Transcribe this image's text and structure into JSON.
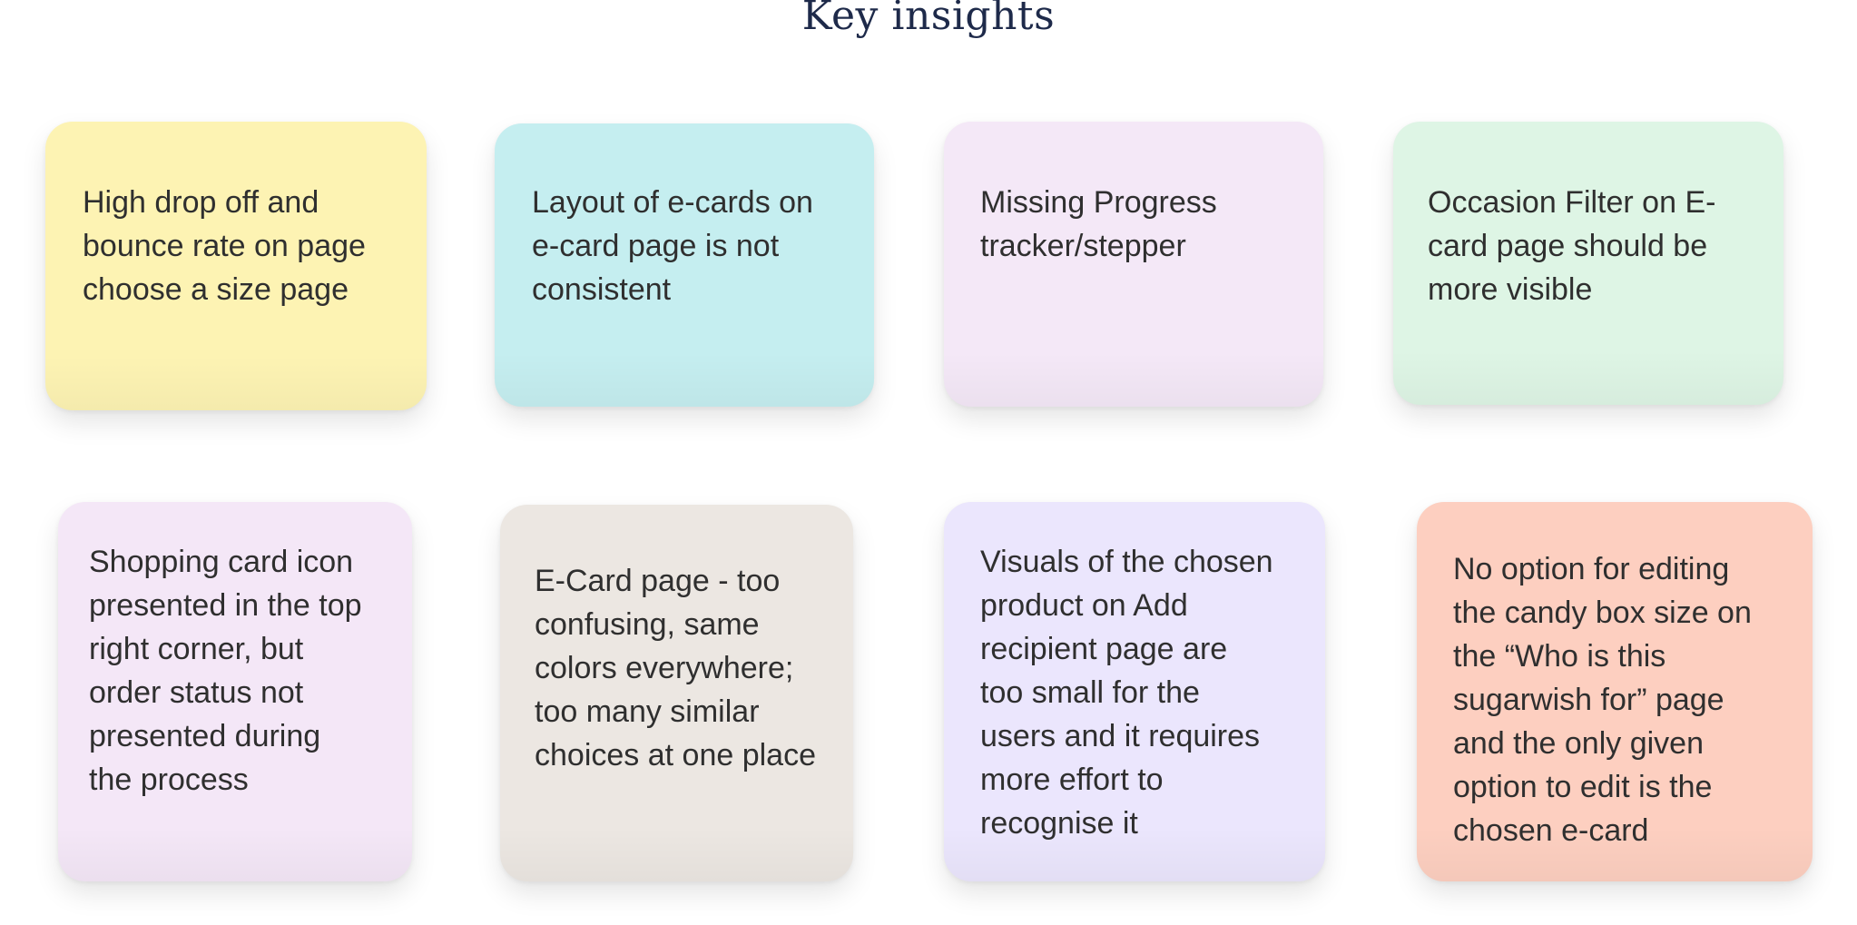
{
  "page": {
    "title": "Key insights"
  },
  "notes": [
    {
      "text": "High drop off and\nbounce rate on page\nchoose a size page",
      "color": "#fdf3b3"
    },
    {
      "text": "Layout of e-cards on\ne-card page is not\nconsistent",
      "color": "#c5eef0"
    },
    {
      "text": "Missing Progress\ntracker/stepper",
      "color": "#f4e8f7"
    },
    {
      "text": "Occasion Filter on E-\ncard page should be\nmore visible",
      "color": "#def5e5"
    },
    {
      "text": "Shopping card icon\npresented in the top\nright corner, but\norder status not\npresented during\nthe process",
      "color": "#f4e7f7"
    },
    {
      "text": "E-Card page - too\nconfusing, same\ncolors everywhere;\ntoo many similar\nchoices at one place",
      "color": "#ece7e2"
    },
    {
      "text": "Visuals of the chosen\nproduct on Add\nrecipient page are\ntoo small for the\nusers and it requires\nmore effort to\nrecognise it",
      "color": "#ebe6fd"
    },
    {
      "text": "No option for editing\nthe candy box size on\nthe “Who is this\nsugarwish for” page\nand the only given\noption to edit is the\nchosen e-card",
      "color": "#fdcfc0"
    }
  ]
}
